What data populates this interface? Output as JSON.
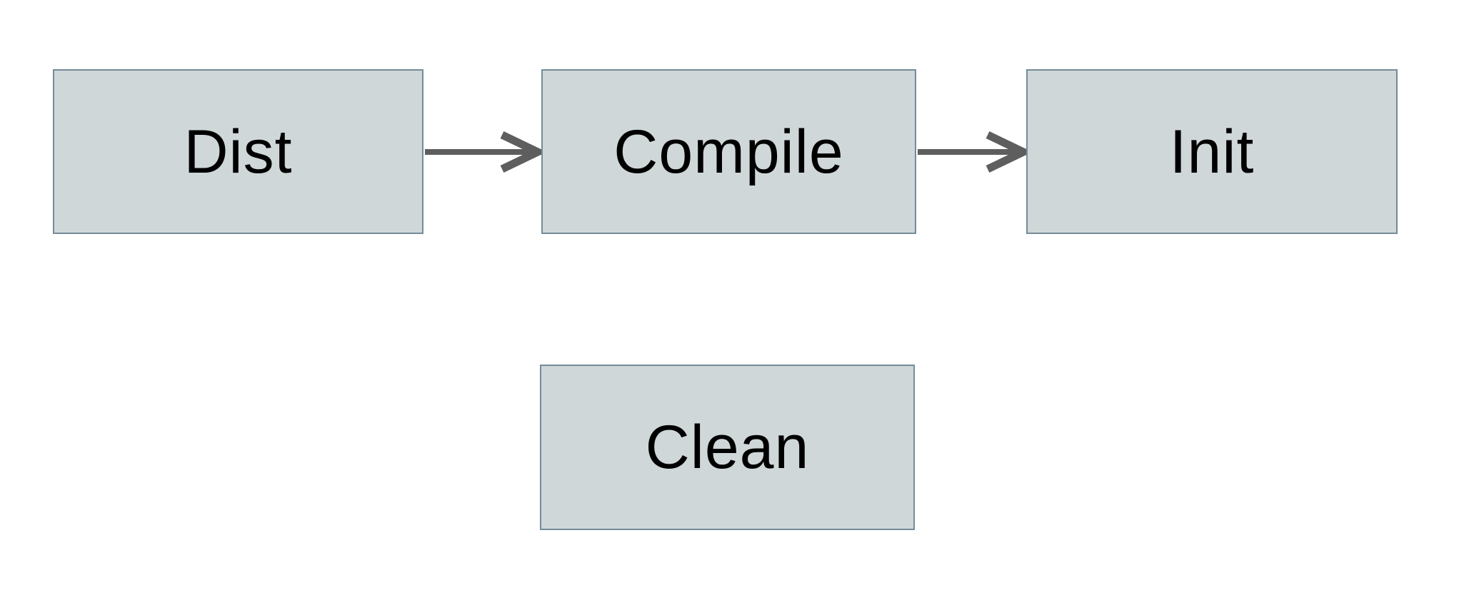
{
  "diagram": {
    "nodes": [
      {
        "id": "dist",
        "label": "Dist"
      },
      {
        "id": "compile",
        "label": "Compile"
      },
      {
        "id": "init",
        "label": "Init"
      },
      {
        "id": "clean",
        "label": "Clean"
      }
    ],
    "edges": [
      {
        "from": "Dist",
        "to": "Compile",
        "direction": "right"
      },
      {
        "from": "Compile",
        "to": "Init",
        "direction": "right"
      }
    ],
    "colors": {
      "node_fill": "#cfd7d9",
      "node_border": "#738c98",
      "arrow": "#5e5e5e",
      "label_text": "#000000",
      "background": "#ffffff"
    }
  }
}
